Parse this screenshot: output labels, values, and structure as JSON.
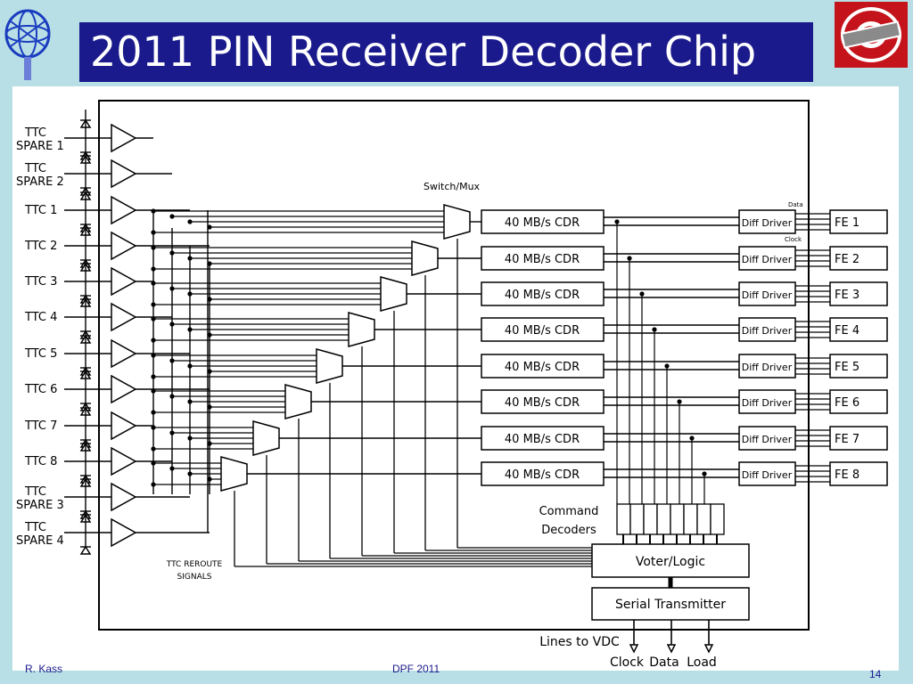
{
  "slide": {
    "title": "2011 PIN Receiver Decoder  Chip",
    "footer_author": "R. Kass",
    "footer_conference": "DPF 2011",
    "page_number": "14"
  },
  "inputs": [
    {
      "line1": "TTC",
      "line2": "SPARE 1"
    },
    {
      "line1": "TTC",
      "line2": "SPARE 2"
    },
    {
      "line1": "TTC 1",
      "line2": ""
    },
    {
      "line1": "TTC 2",
      "line2": ""
    },
    {
      "line1": "TTC 3",
      "line2": ""
    },
    {
      "line1": "TTC 4",
      "line2": ""
    },
    {
      "line1": "TTC 5",
      "line2": ""
    },
    {
      "line1": "TTC 6",
      "line2": ""
    },
    {
      "line1": "TTC 7",
      "line2": ""
    },
    {
      "line1": "TTC 8",
      "line2": ""
    },
    {
      "line1": "TTC",
      "line2": "SPARE 3"
    },
    {
      "line1": "TTC",
      "line2": "SPARE 4"
    }
  ],
  "switch_label": "Switch/Mux",
  "cdr_label": "40 MB/s  CDR",
  "driver_label": "Diff Driver",
  "data_label": "Data",
  "clock_small_label": "Clock",
  "outputs": [
    "FE 1",
    "FE 2",
    "FE 3",
    "FE 4",
    "FE 5",
    "FE 6",
    "FE 7",
    "FE 8"
  ],
  "command_decoders": [
    "Command",
    "Decoders"
  ],
  "voter_label": "Voter/Logic",
  "serial_label": "Serial  Transmitter",
  "reroute_label": [
    "TTC REROUTE",
    "SIGNALS"
  ],
  "lines_to_vdc": "Lines to VDC",
  "bottom_outputs": [
    "Clock",
    "Data",
    "Load"
  ],
  "colors": {
    "background": "#b9dfe6",
    "title_bar": "#1a1a8c",
    "title_text": "#ffffff",
    "logo_red": "#c4131b",
    "line": "#000000"
  }
}
